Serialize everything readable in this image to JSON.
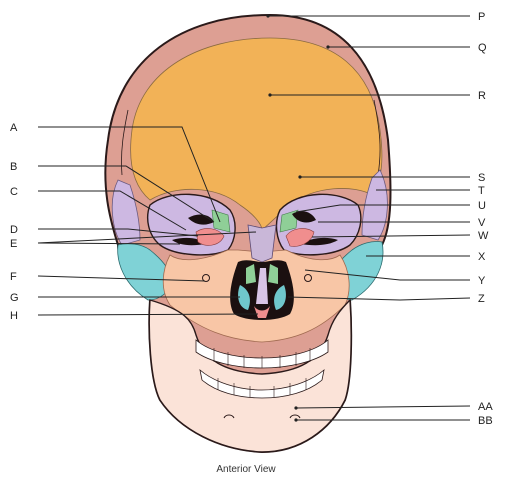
{
  "diagram": {
    "caption": "Anterior View",
    "labels_left": [
      "A",
      "B",
      "C",
      "D",
      "E",
      "F",
      "G",
      "H"
    ],
    "labels_right": [
      "P",
      "Q",
      "R",
      "S",
      "T",
      "U",
      "V",
      "W",
      "X",
      "Y",
      "Z",
      "AA",
      "BB"
    ]
  },
  "colors": {
    "frontal": "#f2b257",
    "parietal": "#dd9f93",
    "mandible": "#fbe3d8",
    "maxilla": "#f8c6a6",
    "zygomatic": "#7fd2d6",
    "sphenoid": "#cdb8e2",
    "nasal": "#c9b7d8",
    "lacrimal": "#8fcf97",
    "outline": "#2b1a1a"
  }
}
